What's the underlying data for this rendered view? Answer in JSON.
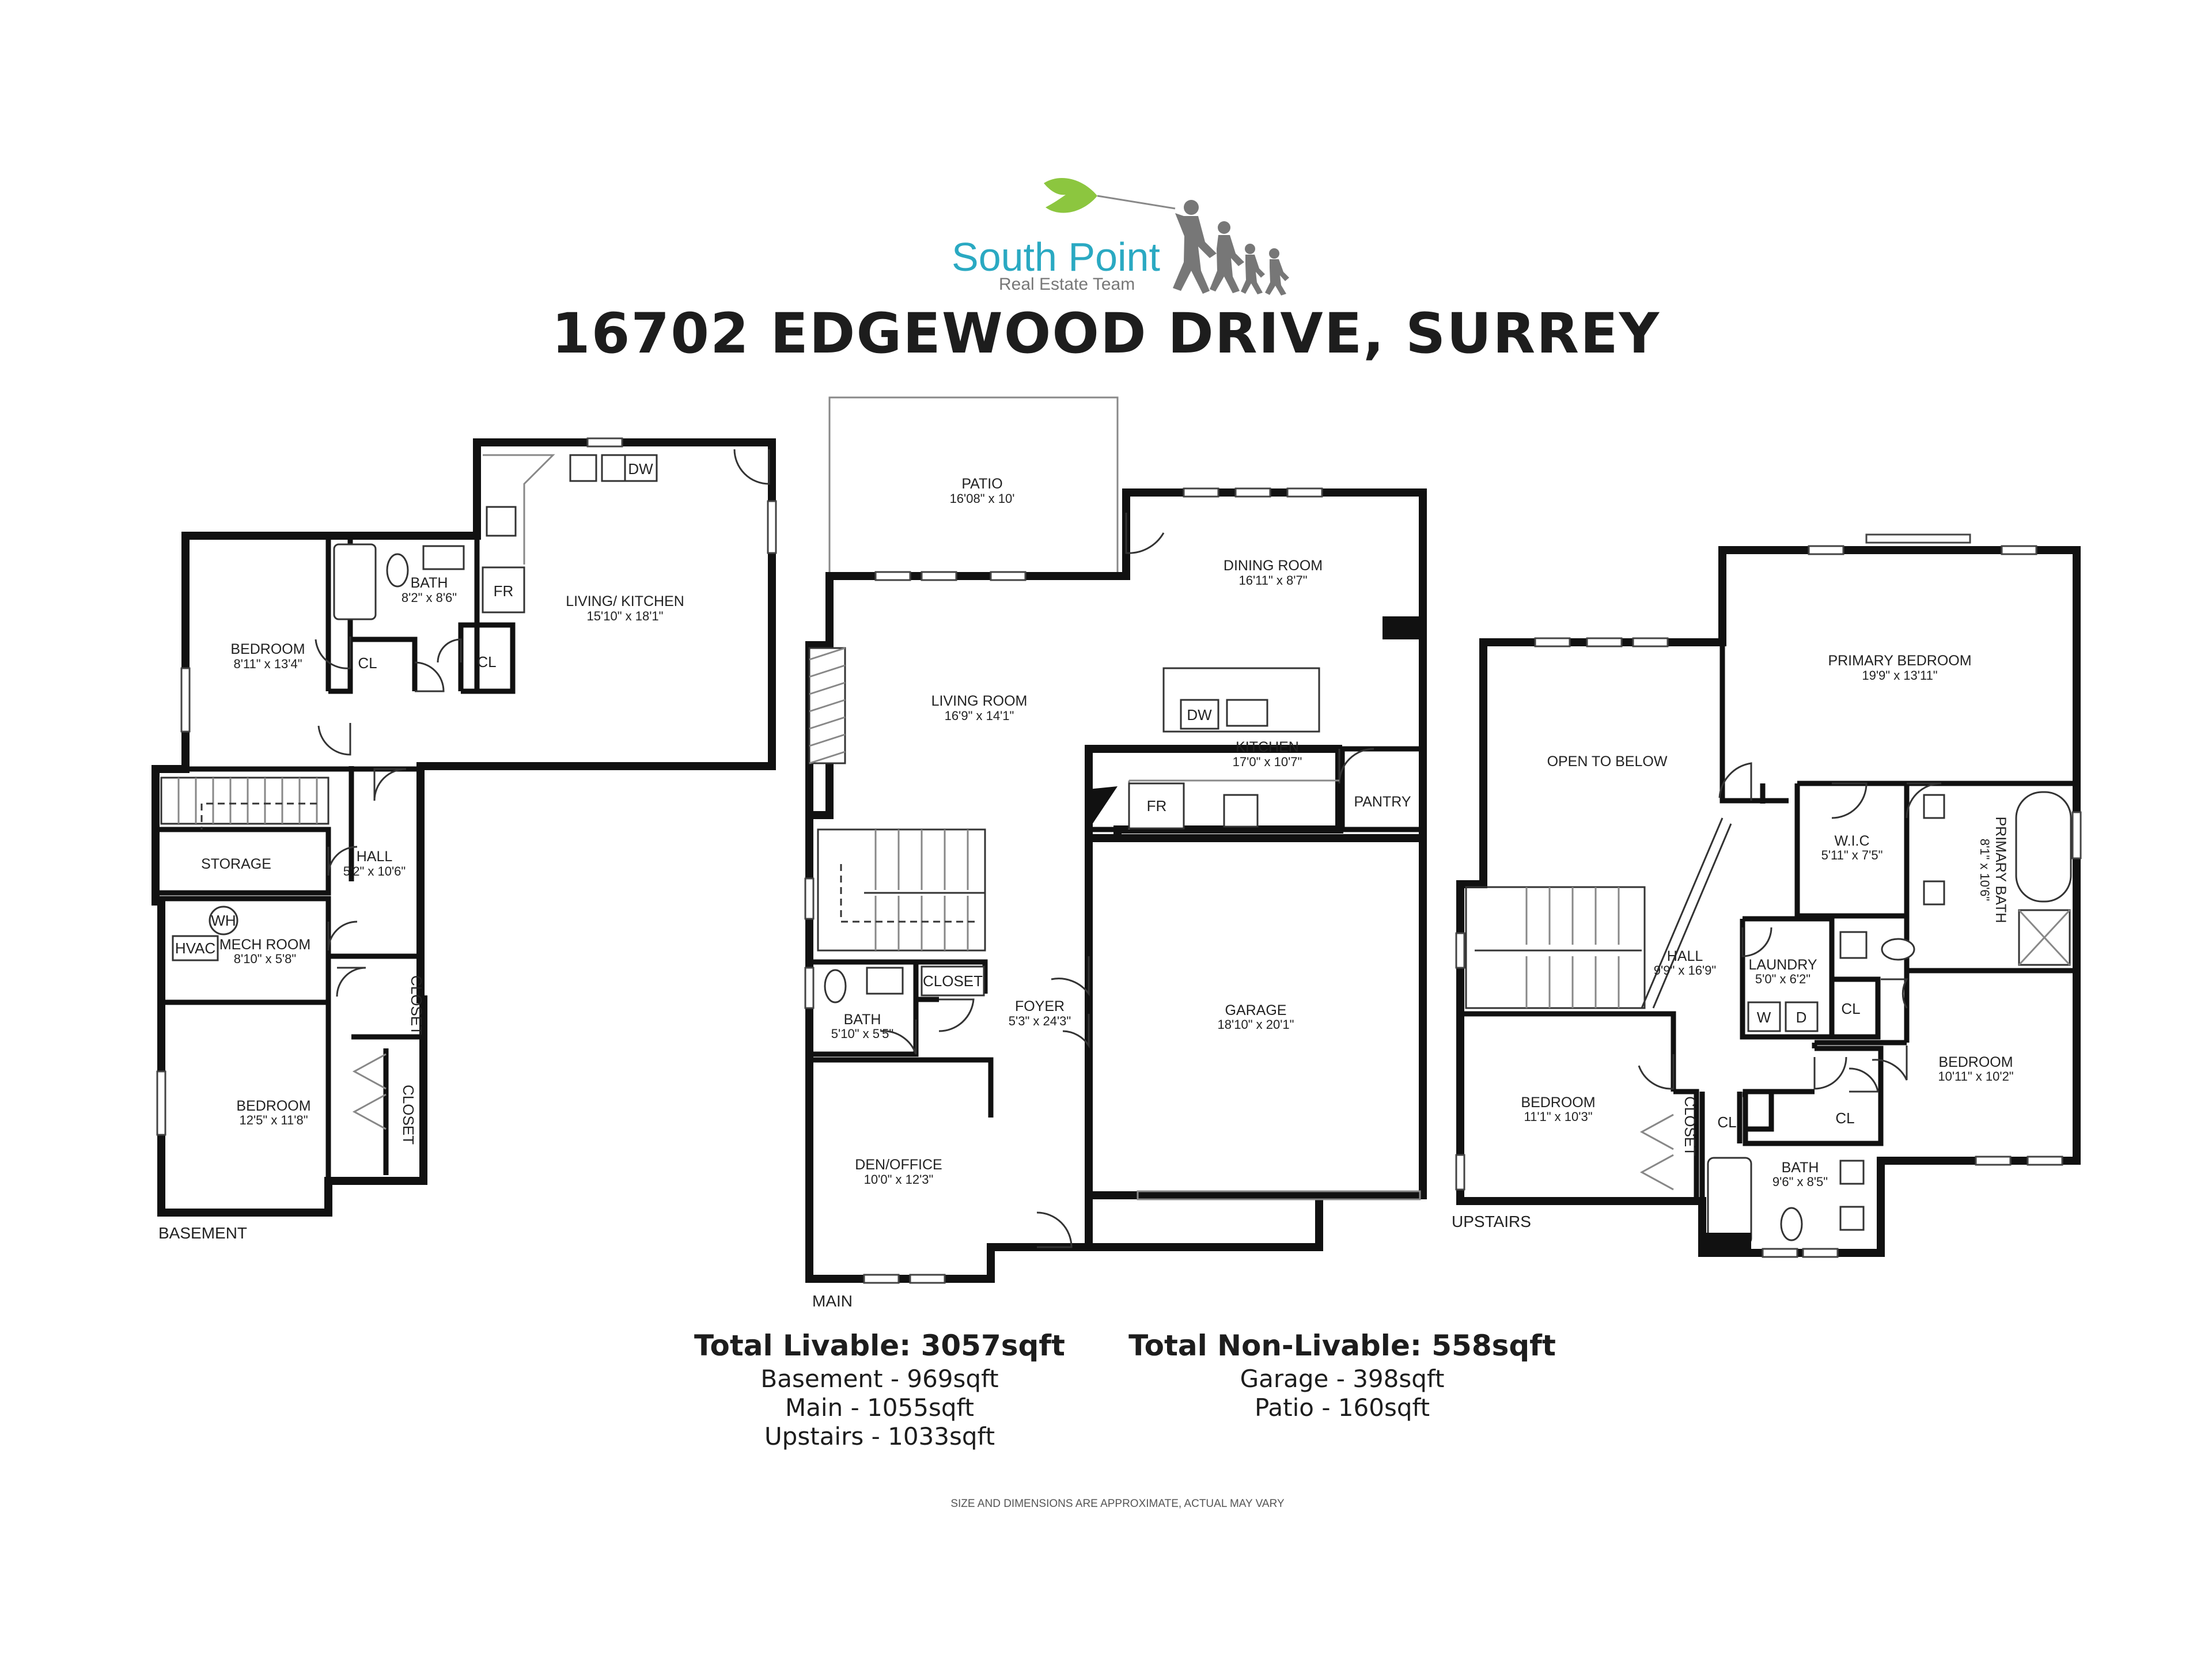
{
  "brand": {
    "name": "South Point",
    "tagline": "Real Estate Team",
    "accent": "#2aa9c2",
    "leaf_color": "#8cc63f"
  },
  "title": "16702 EDGEWOOD DRIVE, SURREY",
  "floors": {
    "basement": {
      "label": "BASEMENT",
      "rooms": {
        "bedroom1": {
          "name": "BEDROOM",
          "dim": "8'11\" x 13'4\""
        },
        "bath": {
          "name": "BATH",
          "dim": "8'2\" x 8'6\""
        },
        "living_kitchen": {
          "name": "LIVING/ KITCHEN",
          "dim": "15'10\" x 18'1\""
        },
        "storage": {
          "name": "STORAGE"
        },
        "hall": {
          "name": "HALL",
          "dim": "5'2\" x 10'6\""
        },
        "mech": {
          "name": "MECH ROOM",
          "dim": "8'10\" x 5'8\""
        },
        "bedroom2": {
          "name": "BEDROOM",
          "dim": "12'5\" x 11'8\""
        }
      },
      "fixtures": {
        "cl1": "CL",
        "cl2": "CL",
        "closet1": "CLOSET",
        "closet2": "CLOSET",
        "fr": "FR",
        "dw": "DW",
        "hvac": "HVAC",
        "wh": "WH"
      }
    },
    "main": {
      "label": "MAIN",
      "rooms": {
        "patio": {
          "name": "PATIO",
          "dim": "16'08\" x 10'"
        },
        "dining": {
          "name": "DINING ROOM",
          "dim": "16'11\" x 8'7\""
        },
        "living": {
          "name": "LIVING ROOM",
          "dim": "16'9\" x 14'1\""
        },
        "kitchen": {
          "name": "KITCHEN",
          "dim": "17'0\" x 10'7\""
        },
        "pantry": {
          "name": "PANTRY"
        },
        "garage": {
          "name": "GARAGE",
          "dim": "18'10\" x 20'1\""
        },
        "foyer": {
          "name": "FOYER",
          "dim": "5'3\" x 24'3\""
        },
        "bath": {
          "name": "BATH",
          "dim": "5'10\" x 5'5\""
        },
        "den": {
          "name": "DEN/OFFICE",
          "dim": "10'0\" x 12'3\""
        }
      },
      "fixtures": {
        "closet": "CLOSET",
        "dw": "DW",
        "fr": "FR"
      }
    },
    "upstairs": {
      "label": "UPSTAIRS",
      "rooms": {
        "open": {
          "name": "OPEN TO BELOW"
        },
        "primary_bed": {
          "name": "PRIMARY BEDROOM",
          "dim": "19'9\" x 13'11\""
        },
        "wic": {
          "name": "W.I.C",
          "dim": "5'11\" x 7'5\""
        },
        "primary_bath": {
          "name": "PRIMARY BATH",
          "dim": "8'1\" x 10'6\""
        },
        "hall": {
          "name": "HALL",
          "dim": "9'9\" x 16'9\""
        },
        "laundry": {
          "name": "LAUNDRY",
          "dim": "5'0\" x 6'2\""
        },
        "bedroom2": {
          "name": "BEDROOM",
          "dim": "10'11\" x 10'2\""
        },
        "bedroom3": {
          "name": "BEDROOM",
          "dim": "11'1\" x 10'3\""
        },
        "bath": {
          "name": "BATH",
          "dim": "9'6\" x 8'5\""
        }
      },
      "fixtures": {
        "cl1": "CL",
        "cl2": "CL",
        "cl3": "CL",
        "closet": "CLOSET",
        "w": "W",
        "d": "D"
      }
    }
  },
  "totals": {
    "livable": {
      "heading": "Total Livable: 3057sqft",
      "lines": [
        "Basement - 969sqft",
        "Main - 1055sqft",
        "Upstairs - 1033sqft"
      ]
    },
    "non_livable": {
      "heading": "Total Non-Livable: 558sqft",
      "lines": [
        "Garage - 398sqft",
        "Patio - 160sqft"
      ]
    }
  },
  "disclaimer": "SIZE AND DIMENSIONS ARE APPROXIMATE, ACTUAL MAY VARY"
}
